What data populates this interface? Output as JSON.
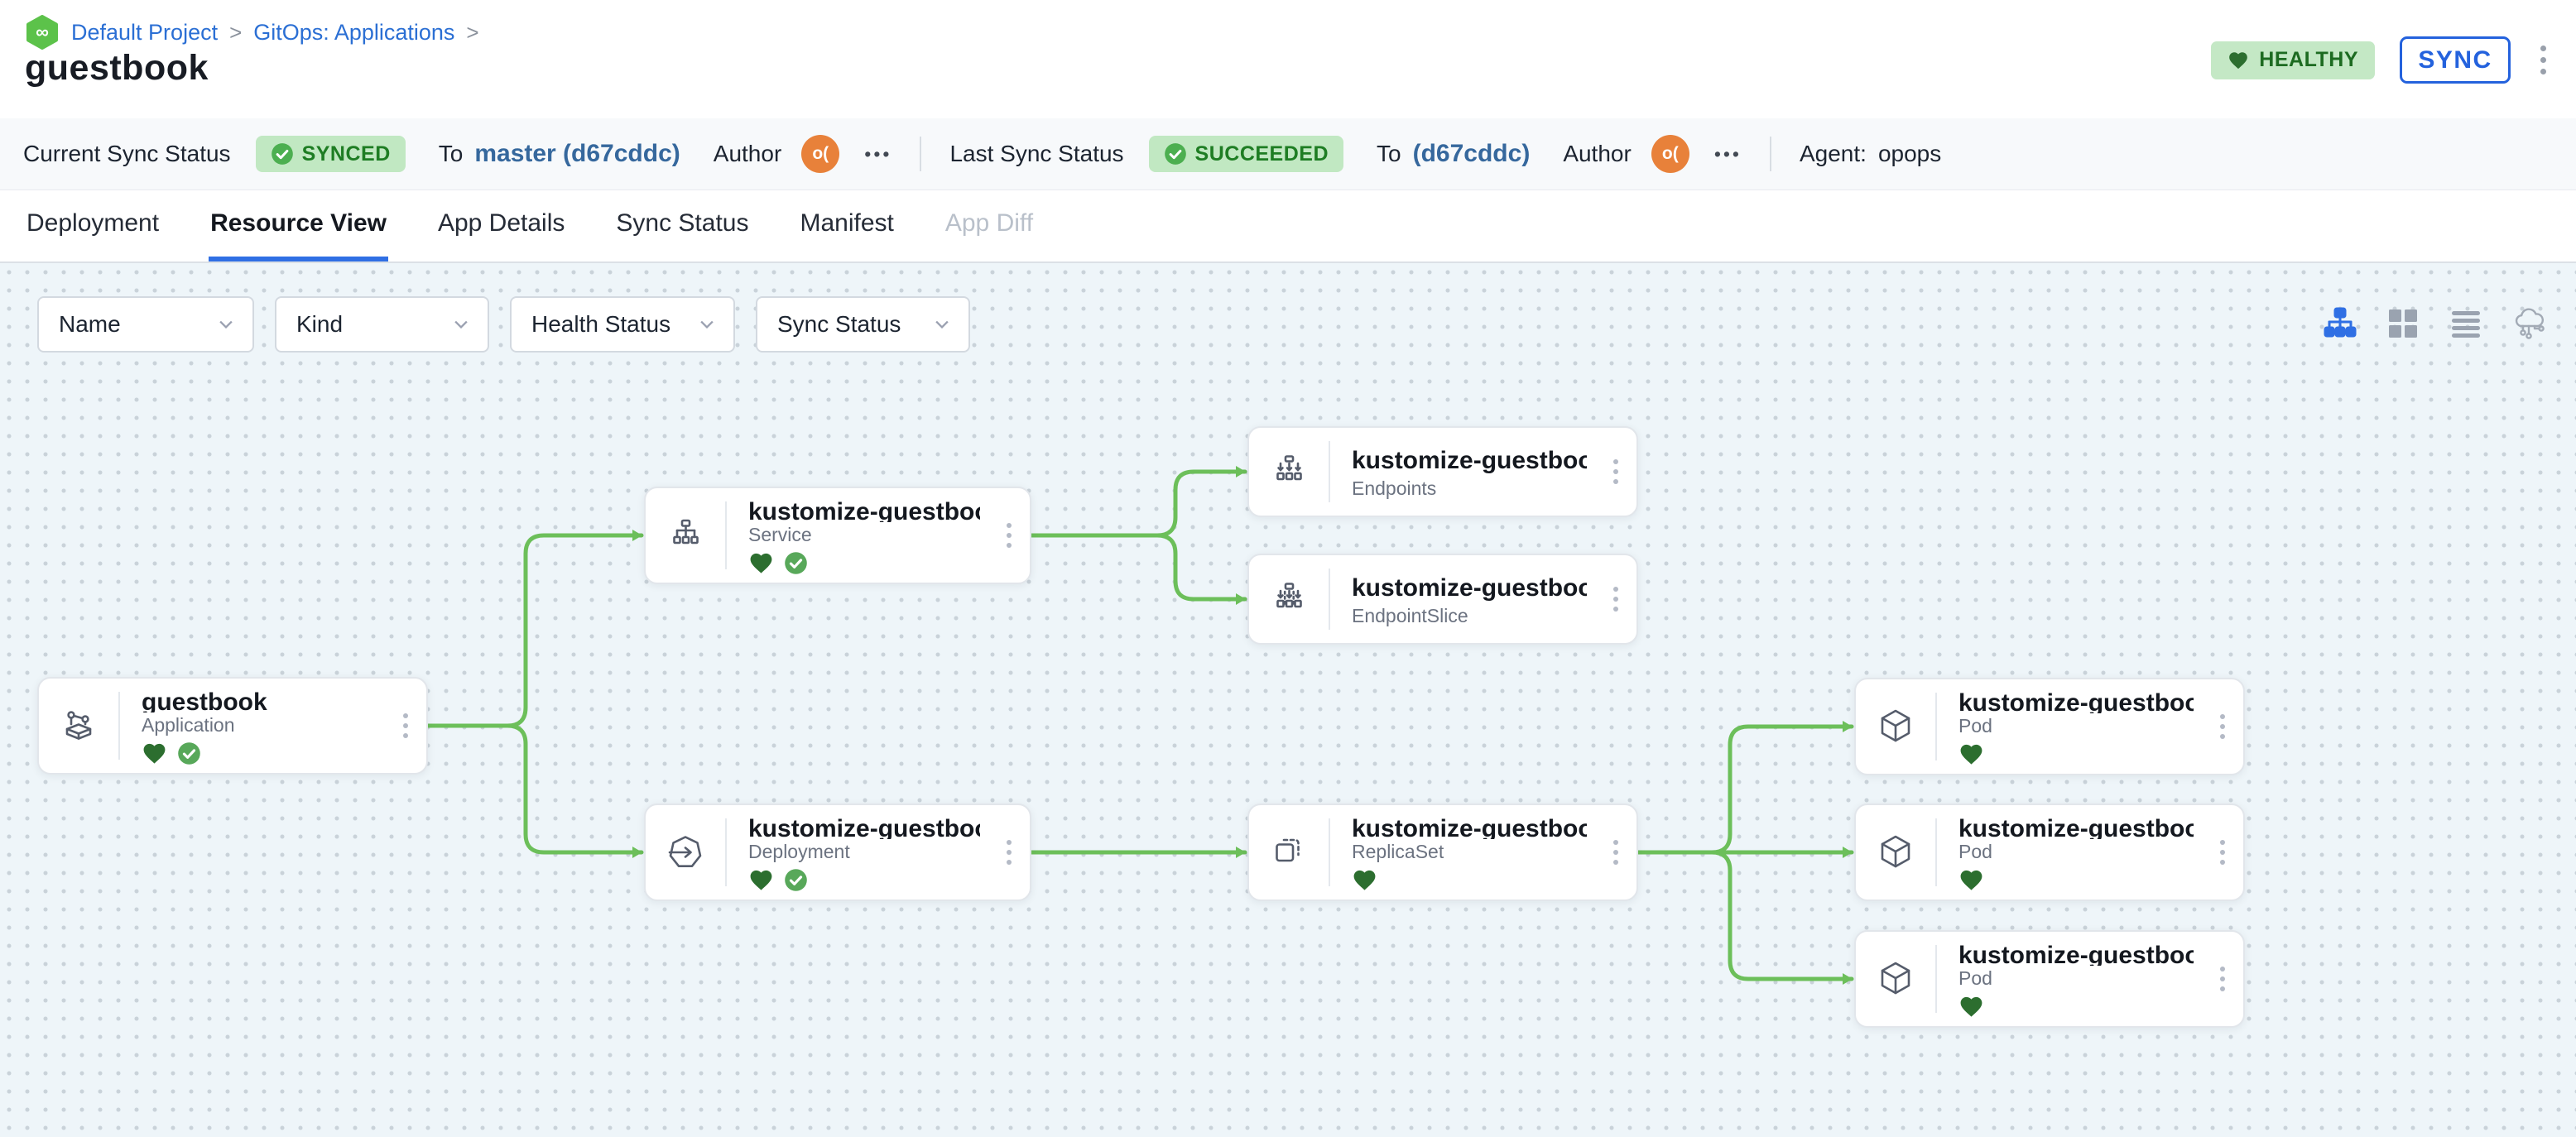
{
  "header": {
    "breadcrumb": {
      "icon": "gitops-logo",
      "project": "Default Project",
      "separator1": ">",
      "section": "GitOps: Applications",
      "separator2": ">"
    },
    "title": "guestbook",
    "health_badge": "HEALTHY",
    "sync_button": "SYNC"
  },
  "statusbar": {
    "current": {
      "label": "Current Sync Status",
      "badge": "SYNCED",
      "to": "To",
      "commit": "master (d67cddc)",
      "author_label": "Author",
      "avatar_initials": "o(",
      "more": "•••"
    },
    "last": {
      "label": "Last Sync Status",
      "badge": "SUCCEEDED",
      "to": "To",
      "commit": "(d67cddc)",
      "author_label": "Author",
      "avatar_initials": "o(",
      "more": "•••"
    },
    "agent_label": "Agent:",
    "agent_value": "opops"
  },
  "tabs": [
    {
      "label": "Deployment",
      "state": "normal"
    },
    {
      "label": "Resource View",
      "state": "active"
    },
    {
      "label": "App Details",
      "state": "normal"
    },
    {
      "label": "Sync Status",
      "state": "normal"
    },
    {
      "label": "Manifest",
      "state": "normal"
    },
    {
      "label": "App Diff",
      "state": "disabled"
    }
  ],
  "filters": [
    {
      "label": "Name"
    },
    {
      "label": "Kind"
    },
    {
      "label": "Health Status"
    },
    {
      "label": "Sync Status"
    }
  ],
  "view_toggles": [
    "tree-view",
    "grid-view",
    "list-view",
    "cloud-view"
  ],
  "graph": {
    "nodes": [
      {
        "name": "guestbook",
        "kind": "Application",
        "healthy": true,
        "synced": true
      },
      {
        "name": "kustomize-guestbook-ui",
        "kind": "Service",
        "healthy": true,
        "synced": true
      },
      {
        "name": "kustomize-guestbook-ui",
        "kind": "Endpoints",
        "healthy": false,
        "synced": false
      },
      {
        "name": "kustomize-guestbook-ui-...",
        "kind": "EndpointSlice",
        "healthy": false,
        "synced": false
      },
      {
        "name": "kustomize-guestbook-ui",
        "kind": "Deployment",
        "healthy": true,
        "synced": true
      },
      {
        "name": "kustomize-guestbook-ui-...",
        "kind": "ReplicaSet",
        "healthy": true,
        "synced": false
      },
      {
        "name": "kustomize-guestbook-ui-...",
        "kind": "Pod",
        "healthy": true,
        "synced": false
      },
      {
        "name": "kustomize-guestbook-ui-...",
        "kind": "Pod",
        "healthy": true,
        "synced": false
      },
      {
        "name": "kustomize-guestbook-ui-...",
        "kind": "Pod",
        "healthy": true,
        "synced": false
      }
    ],
    "edges": [
      {
        "from": "guestbook/Application",
        "to": "kustomize-guestbook-ui/Service"
      },
      {
        "from": "guestbook/Application",
        "to": "kustomize-guestbook-ui/Deployment"
      },
      {
        "from": "kustomize-guestbook-ui/Service",
        "to": "kustomize-guestbook-ui/Endpoints"
      },
      {
        "from": "kustomize-guestbook-ui/Service",
        "to": "kustomize-guestbook-ui-.../EndpointSlice"
      },
      {
        "from": "kustomize-guestbook-ui/Deployment",
        "to": "kustomize-guestbook-ui-.../ReplicaSet"
      },
      {
        "from": "kustomize-guestbook-ui-.../ReplicaSet",
        "to": "kustomize-guestbook-ui-.../Pod-1"
      },
      {
        "from": "kustomize-guestbook-ui-.../ReplicaSet",
        "to": "kustomize-guestbook-ui-.../Pod-2"
      },
      {
        "from": "kustomize-guestbook-ui-.../ReplicaSet",
        "to": "kustomize-guestbook-ui-.../Pod-3"
      }
    ]
  },
  "colors": {
    "accent_blue": "#2563eb",
    "link_blue": "#2b6fd4",
    "commit_blue": "#36689d",
    "edge_green": "#6cbf5a",
    "healthy_heart_green": "#2c6e2f",
    "synced_check_green": "#58a85a",
    "badge_bg_green": "#c1e8c2",
    "badge_text_green": "#1e7d23",
    "avatar_orange": "#e8813a",
    "canvas_bg": "#eef5f9"
  }
}
